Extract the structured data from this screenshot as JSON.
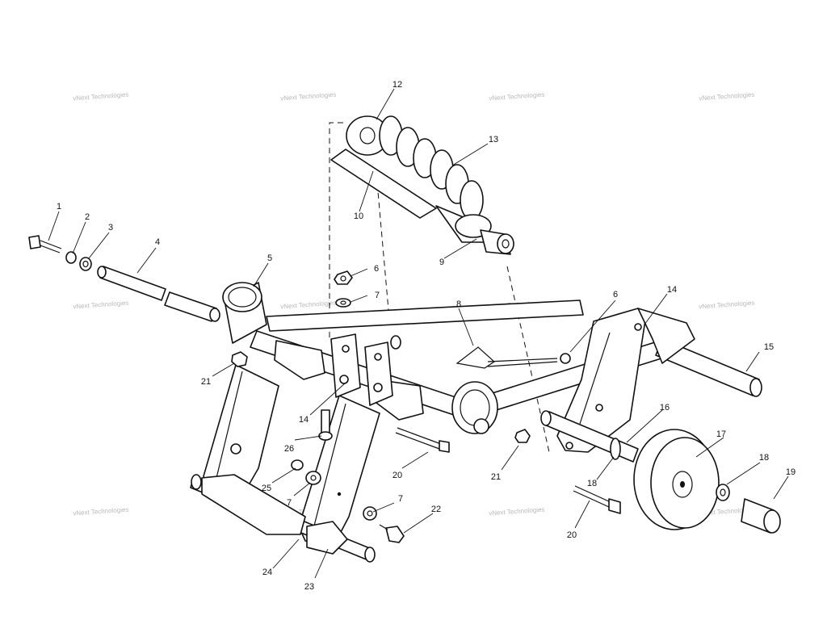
{
  "diagram": {
    "colors": {
      "line": "#111111",
      "background": "#ffffff",
      "watermark": "#b8b8b8"
    },
    "watermark": {
      "text": "vNext Technologies"
    },
    "callouts": [
      {
        "id": "c1",
        "label": "1"
      },
      {
        "id": "c2",
        "label": "2"
      },
      {
        "id": "c3",
        "label": "3"
      },
      {
        "id": "c4",
        "label": "4"
      },
      {
        "id": "c5",
        "label": "5"
      },
      {
        "id": "c6a",
        "label": "6"
      },
      {
        "id": "c6b",
        "label": "6"
      },
      {
        "id": "c7a",
        "label": "7"
      },
      {
        "id": "c7b",
        "label": "7"
      },
      {
        "id": "c7c",
        "label": "7"
      },
      {
        "id": "c8",
        "label": "8"
      },
      {
        "id": "c9",
        "label": "9"
      },
      {
        "id": "c10",
        "label": "10"
      },
      {
        "id": "c12",
        "label": "12"
      },
      {
        "id": "c13",
        "label": "13"
      },
      {
        "id": "c14a",
        "label": "14"
      },
      {
        "id": "c14b",
        "label": "14"
      },
      {
        "id": "c15",
        "label": "15"
      },
      {
        "id": "c16",
        "label": "16"
      },
      {
        "id": "c17",
        "label": "17"
      },
      {
        "id": "c18a",
        "label": "18"
      },
      {
        "id": "c18b",
        "label": "18"
      },
      {
        "id": "c19",
        "label": "19"
      },
      {
        "id": "c20a",
        "label": "20"
      },
      {
        "id": "c20b",
        "label": "20"
      },
      {
        "id": "c21a",
        "label": "21"
      },
      {
        "id": "c21b",
        "label": "21"
      },
      {
        "id": "c22",
        "label": "22"
      },
      {
        "id": "c23",
        "label": "23"
      },
      {
        "id": "c24",
        "label": "24"
      },
      {
        "id": "c25",
        "label": "25"
      },
      {
        "id": "c26",
        "label": "26"
      }
    ]
  }
}
